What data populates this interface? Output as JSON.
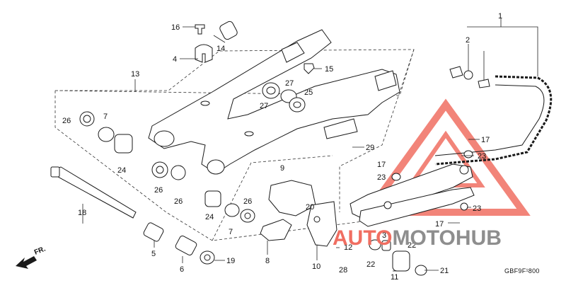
{
  "callouts": [
    {
      "num": "1"
    },
    {
      "num": "2"
    },
    {
      "num": "3"
    },
    {
      "num": "4"
    },
    {
      "num": "5"
    },
    {
      "num": "6"
    },
    {
      "num": "7"
    },
    {
      "num": "7"
    },
    {
      "num": "8"
    },
    {
      "num": "9"
    },
    {
      "num": "10"
    },
    {
      "num": "11"
    },
    {
      "num": "12"
    },
    {
      "num": "13"
    },
    {
      "num": "14"
    },
    {
      "num": "15"
    },
    {
      "num": "16"
    },
    {
      "num": "17"
    },
    {
      "num": "17"
    },
    {
      "num": "17"
    },
    {
      "num": "18"
    },
    {
      "num": "19"
    },
    {
      "num": "20"
    },
    {
      "num": "21"
    },
    {
      "num": "22"
    },
    {
      "num": "22"
    },
    {
      "num": "23"
    },
    {
      "num": "23"
    },
    {
      "num": "23"
    },
    {
      "num": "24"
    },
    {
      "num": "24"
    },
    {
      "num": "25"
    },
    {
      "num": "26"
    },
    {
      "num": "26"
    },
    {
      "num": "26"
    },
    {
      "num": "26"
    },
    {
      "num": "27"
    },
    {
      "num": "27"
    },
    {
      "num": "28"
    },
    {
      "num": "29"
    }
  ],
  "diagram_code": "GBF9F¹800",
  "direction_label": "FR.",
  "watermark": {
    "part_a": "AUTO",
    "part_b": "MOTO",
    "part_c": "HUB",
    "color_a": "#f06e61",
    "color_b": "#8e8e8e"
  }
}
